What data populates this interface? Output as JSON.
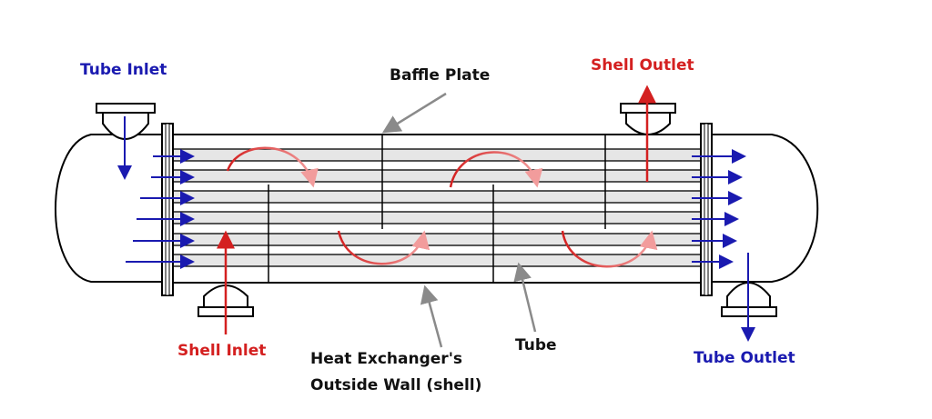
{
  "labels": {
    "tube_inlet": "Tube Inlet",
    "baffle_plate": "Baffle Plate",
    "shell_outlet": "Shell Outlet",
    "shell_inlet": "Shell Inlet",
    "outside_wall_line1": "Heat Exchanger's",
    "outside_wall_line2": "Outside Wall (shell)",
    "tube": "Tube",
    "tube_outlet": "Tube Outlet"
  },
  "colors": {
    "tube_flow": "#1a1ab0",
    "shell_flow": "#d42020",
    "pointer": "#8a8a8a",
    "outline": "#000000",
    "tube_fill": "#e6e6e6"
  }
}
